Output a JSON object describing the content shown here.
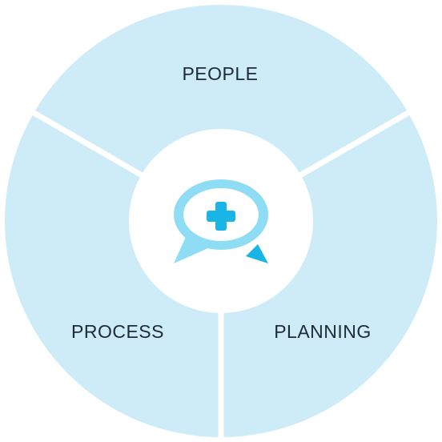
{
  "diagram": {
    "segments": [
      {
        "label": "PEOPLE"
      },
      {
        "label": "PLANNING"
      },
      {
        "label": "PROCESS"
      }
    ],
    "center_icon": "speech-bubbles-plus-icon",
    "colors": {
      "segment_fill": "#cdecf7",
      "divider": "#ffffff",
      "hub": "#ffffff",
      "icon_light": "#8fddf5",
      "icon_dark": "#19b5e6",
      "label": "#1d2b36"
    }
  }
}
